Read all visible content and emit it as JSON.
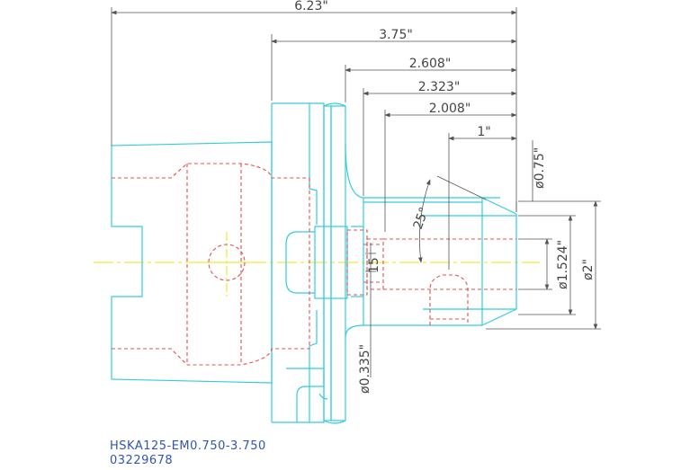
{
  "drawing": {
    "dimensions": {
      "overall_length": "6.23\"",
      "flange_to_end": "3.75\"",
      "len_2608": "2.608\"",
      "len_2323": "2.323\"",
      "len_2008": "2.008\"",
      "len_1": "1\"",
      "dia_075": "ø0.75\"",
      "dia_1524": "ø1.524\"",
      "dia_2": "ø2\"",
      "dia_0335": "ø0.335\"",
      "angle": "25°",
      "small_15": "15"
    },
    "caption": {
      "part_number": "HSKA125-EM0.750-3.750",
      "code": "03229678"
    },
    "colors": {
      "outline": "#33ccdd",
      "hidden": "#e05050",
      "center": "#f0e000",
      "dimension": "#555555",
      "caption": "#3355aa"
    }
  }
}
